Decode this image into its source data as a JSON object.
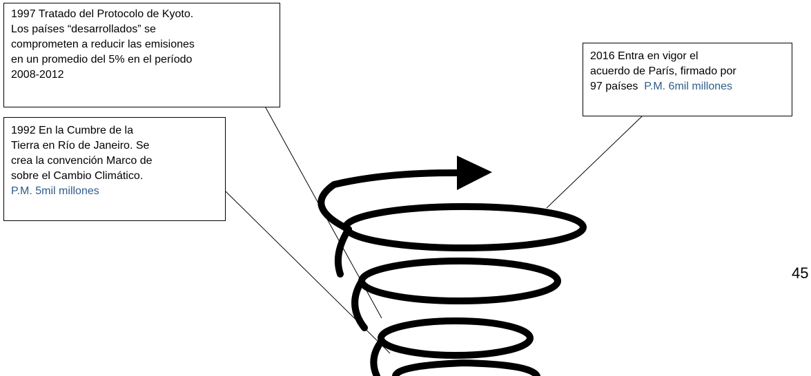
{
  "callouts": {
    "y1997": {
      "line1": "1997 Tratado del Protocolo de Kyoto.",
      "line2": "Los países “desarrollados” se",
      "line3": "comprometen a reducir las emisiones",
      "line4": "en un promedio del 5% en el período",
      "line5": "2008-2012"
    },
    "y1992": {
      "line1": "1992 En la Cumbre de la",
      "line2": "Tierra en Río de Janeiro. Se",
      "line3": "crea la convención Marco de",
      "line4": "sobre el Cambio Climático.",
      "population": "P.M. 5mil millones"
    },
    "y2016": {
      "line1": "2016 Entra en vigor el",
      "line2": "acuerdo de París, firmado por",
      "line3": "97 países",
      "population": "P.M. 6mil millones"
    }
  },
  "page_number": "45",
  "colors": {
    "population_text": "#2f5c8a",
    "spiral": "#000000"
  }
}
